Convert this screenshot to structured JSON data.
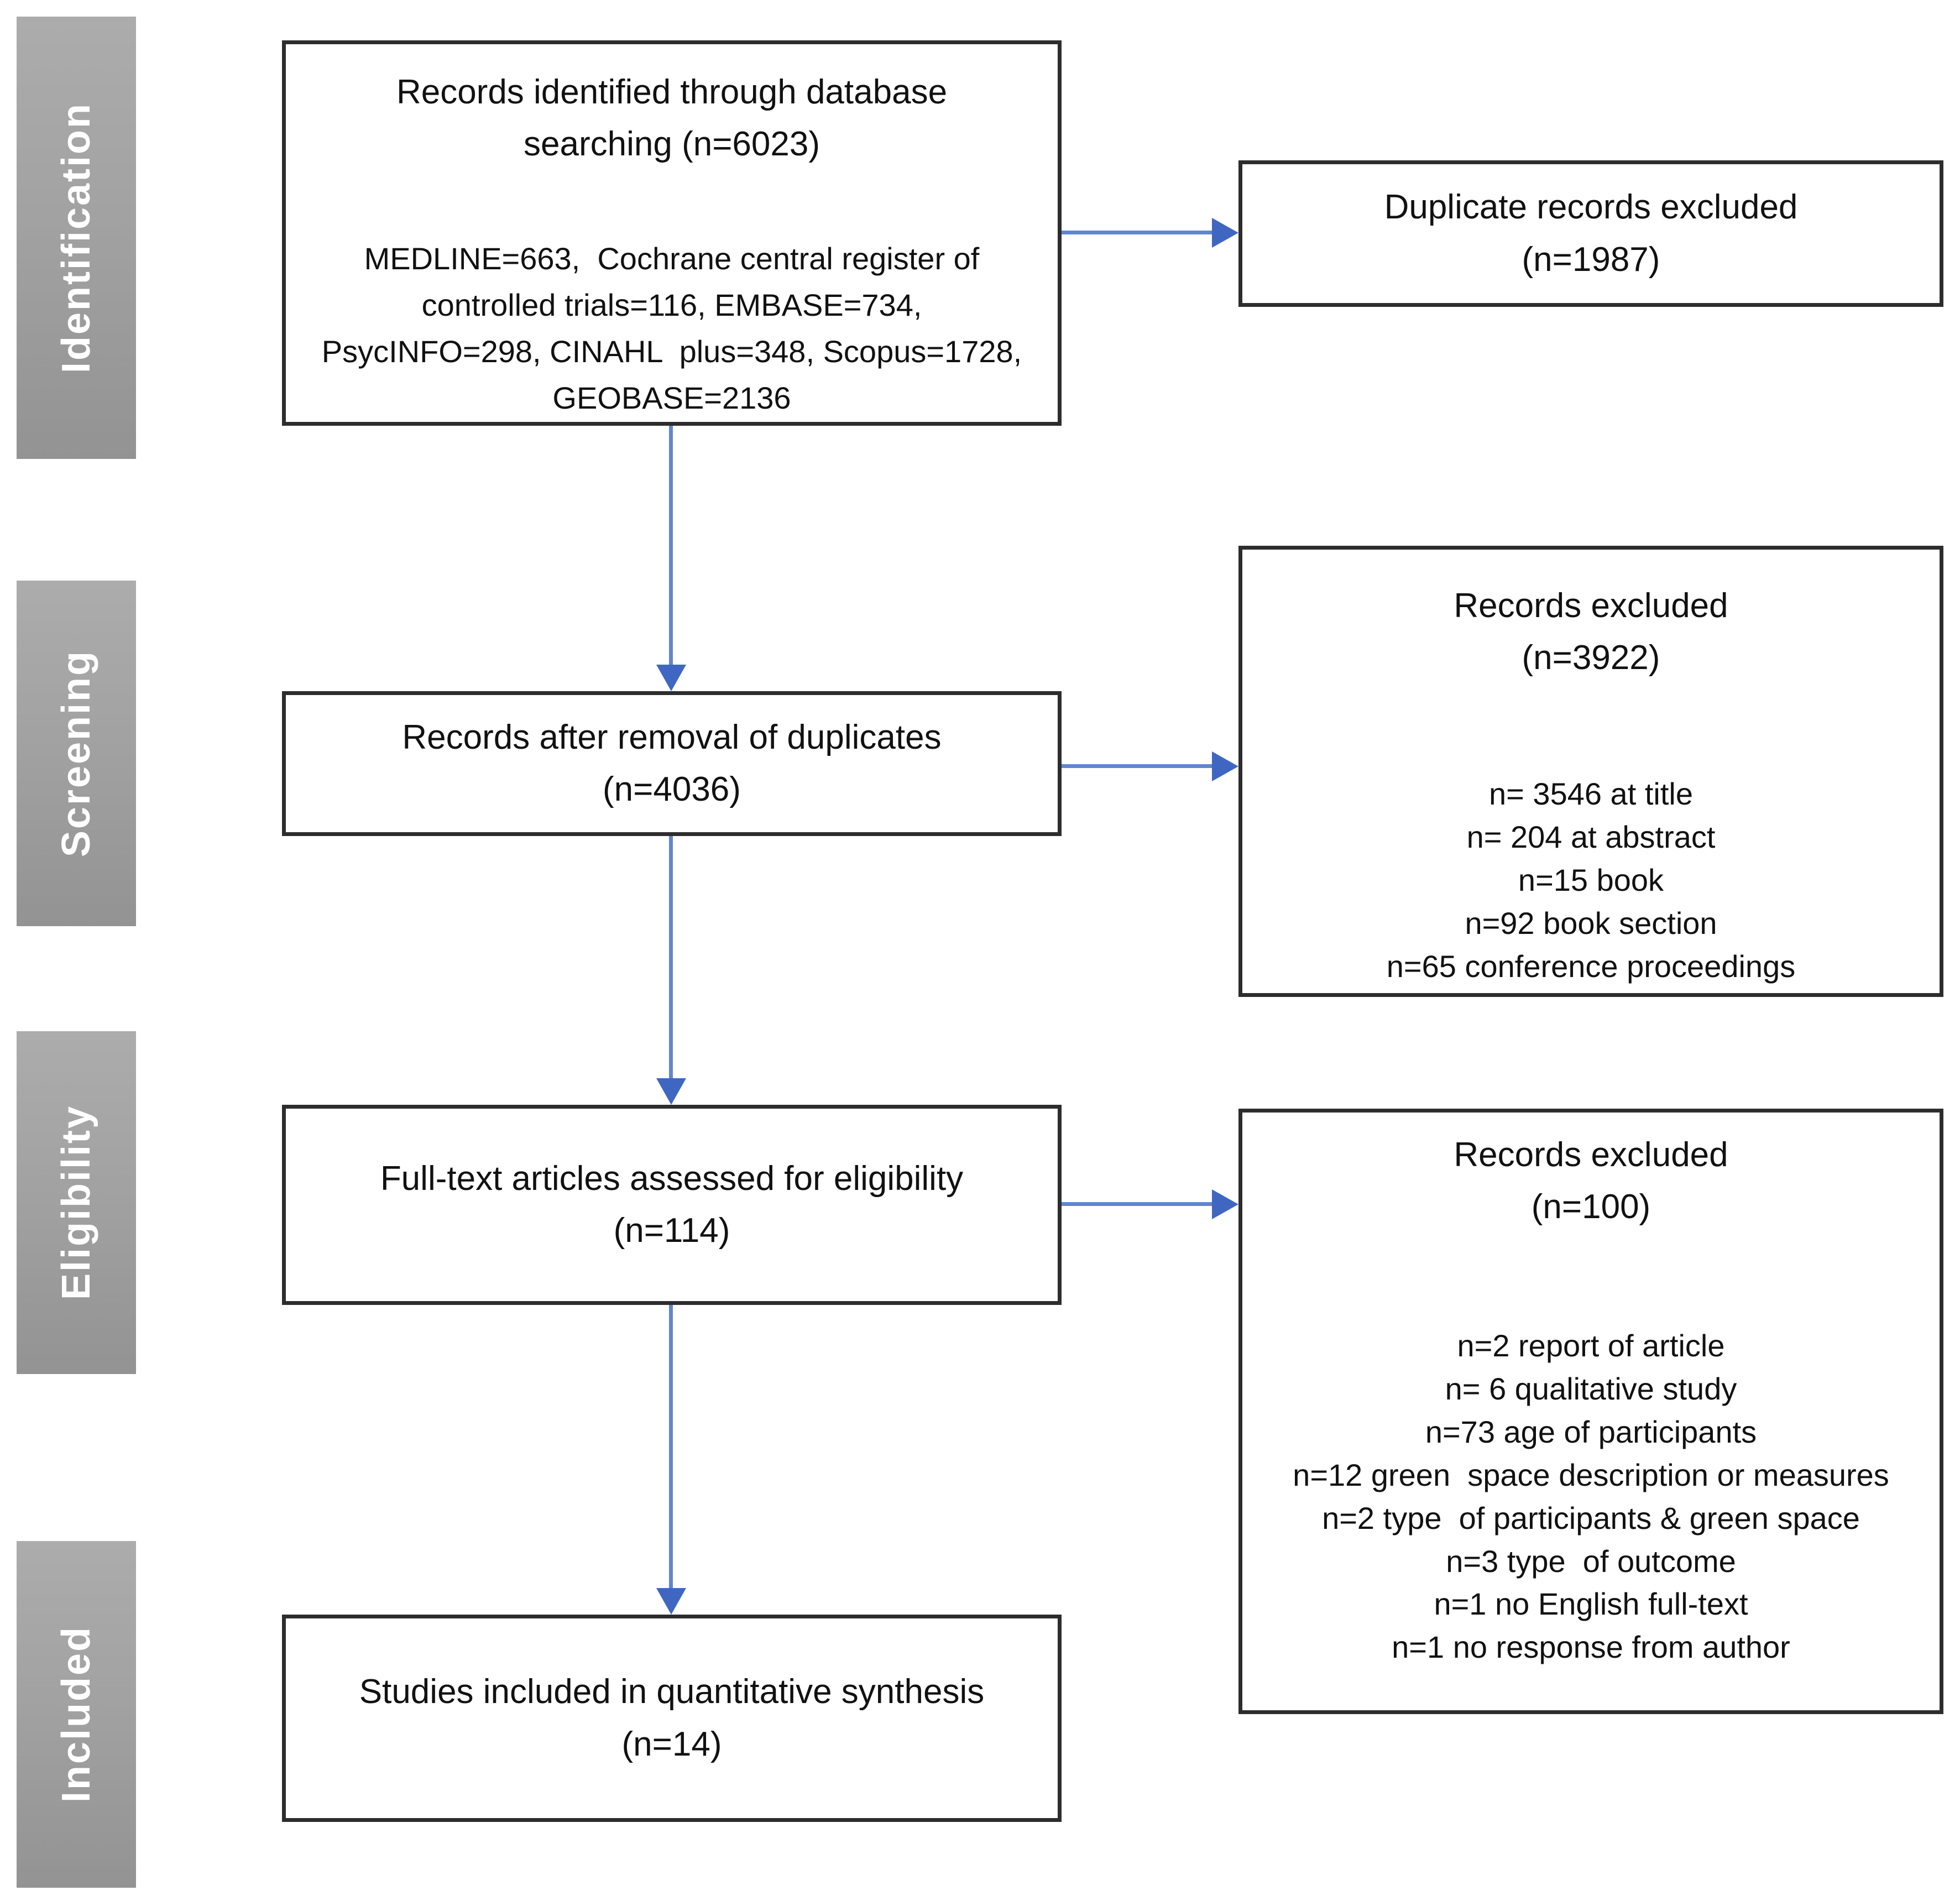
{
  "stages": [
    {
      "label": "Identification"
    },
    {
      "label": "Screening"
    },
    {
      "label": "Eligibility"
    },
    {
      "label": "Included"
    }
  ],
  "flow": {
    "identified": {
      "title": "Records identified through database searching (n=6023)",
      "detail": "MEDLINE=663,  Cochrane central register of controlled trials=116, EMBASE=734, PsycINFO=298, CINAHL  plus=348, Scopus=1728, GEOBASE=2136"
    },
    "duplicates_excluded": {
      "title": "Duplicate records excluded",
      "count": "(n=1987)"
    },
    "after_duplicates": {
      "title": "Records after removal of duplicates",
      "count": "(n=4036)"
    },
    "screening_excluded": {
      "title": "Records excluded",
      "count": "(n=3922)",
      "items": [
        "n= 3546 at title",
        "n= 204 at abstract",
        "n=15 book",
        "n=92 book section",
        "n=65 conference proceedings"
      ]
    },
    "fulltext": {
      "title": "Full-text articles assessed for eligibility",
      "count": "(n=114)"
    },
    "fulltext_excluded": {
      "title": "Records excluded",
      "count": "(n=100)",
      "items": [
        "n=2 report of article",
        "n= 6 qualitative study",
        "n=73 age of participants",
        "n=12 green  space description or measures",
        "n=2 type  of participants & green space",
        "n=3 type  of outcome",
        "n=1 no English full-text",
        "n=1 no response from author"
      ]
    },
    "included": {
      "title": "Studies included in quantitative synthesis",
      "count": "(n=14)"
    }
  },
  "colors": {
    "arrow": "#4472c4",
    "stage_bar": "#a2a2a2",
    "stage_label": "#ffffff",
    "box_border": "#2d2d2d",
    "box_text": "#111111",
    "background": "#ffffff"
  }
}
